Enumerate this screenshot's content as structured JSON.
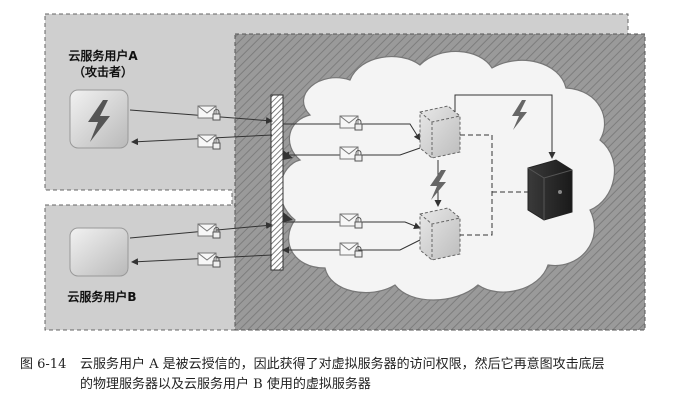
{
  "diagram": {
    "user_a_label_line1": "云服务用户A",
    "user_a_label_line2": "（攻击者）",
    "user_b_label": "云服务用户B"
  },
  "caption": {
    "figure_number": "图 6-14",
    "text_line1": "云服务用户 A 是被云授信的，因此获得了对虚拟服务器的访问权限，然后它再意图攻击底层",
    "text_line2": "的物理服务器以及云服务用户 B 使用的虚拟服务器"
  },
  "colors": {
    "outer_region": "#cfcfcf",
    "cloud_region": "#9a9a9a",
    "cloud": "#f4f4f4",
    "firewall_hatch": "#888888"
  }
}
